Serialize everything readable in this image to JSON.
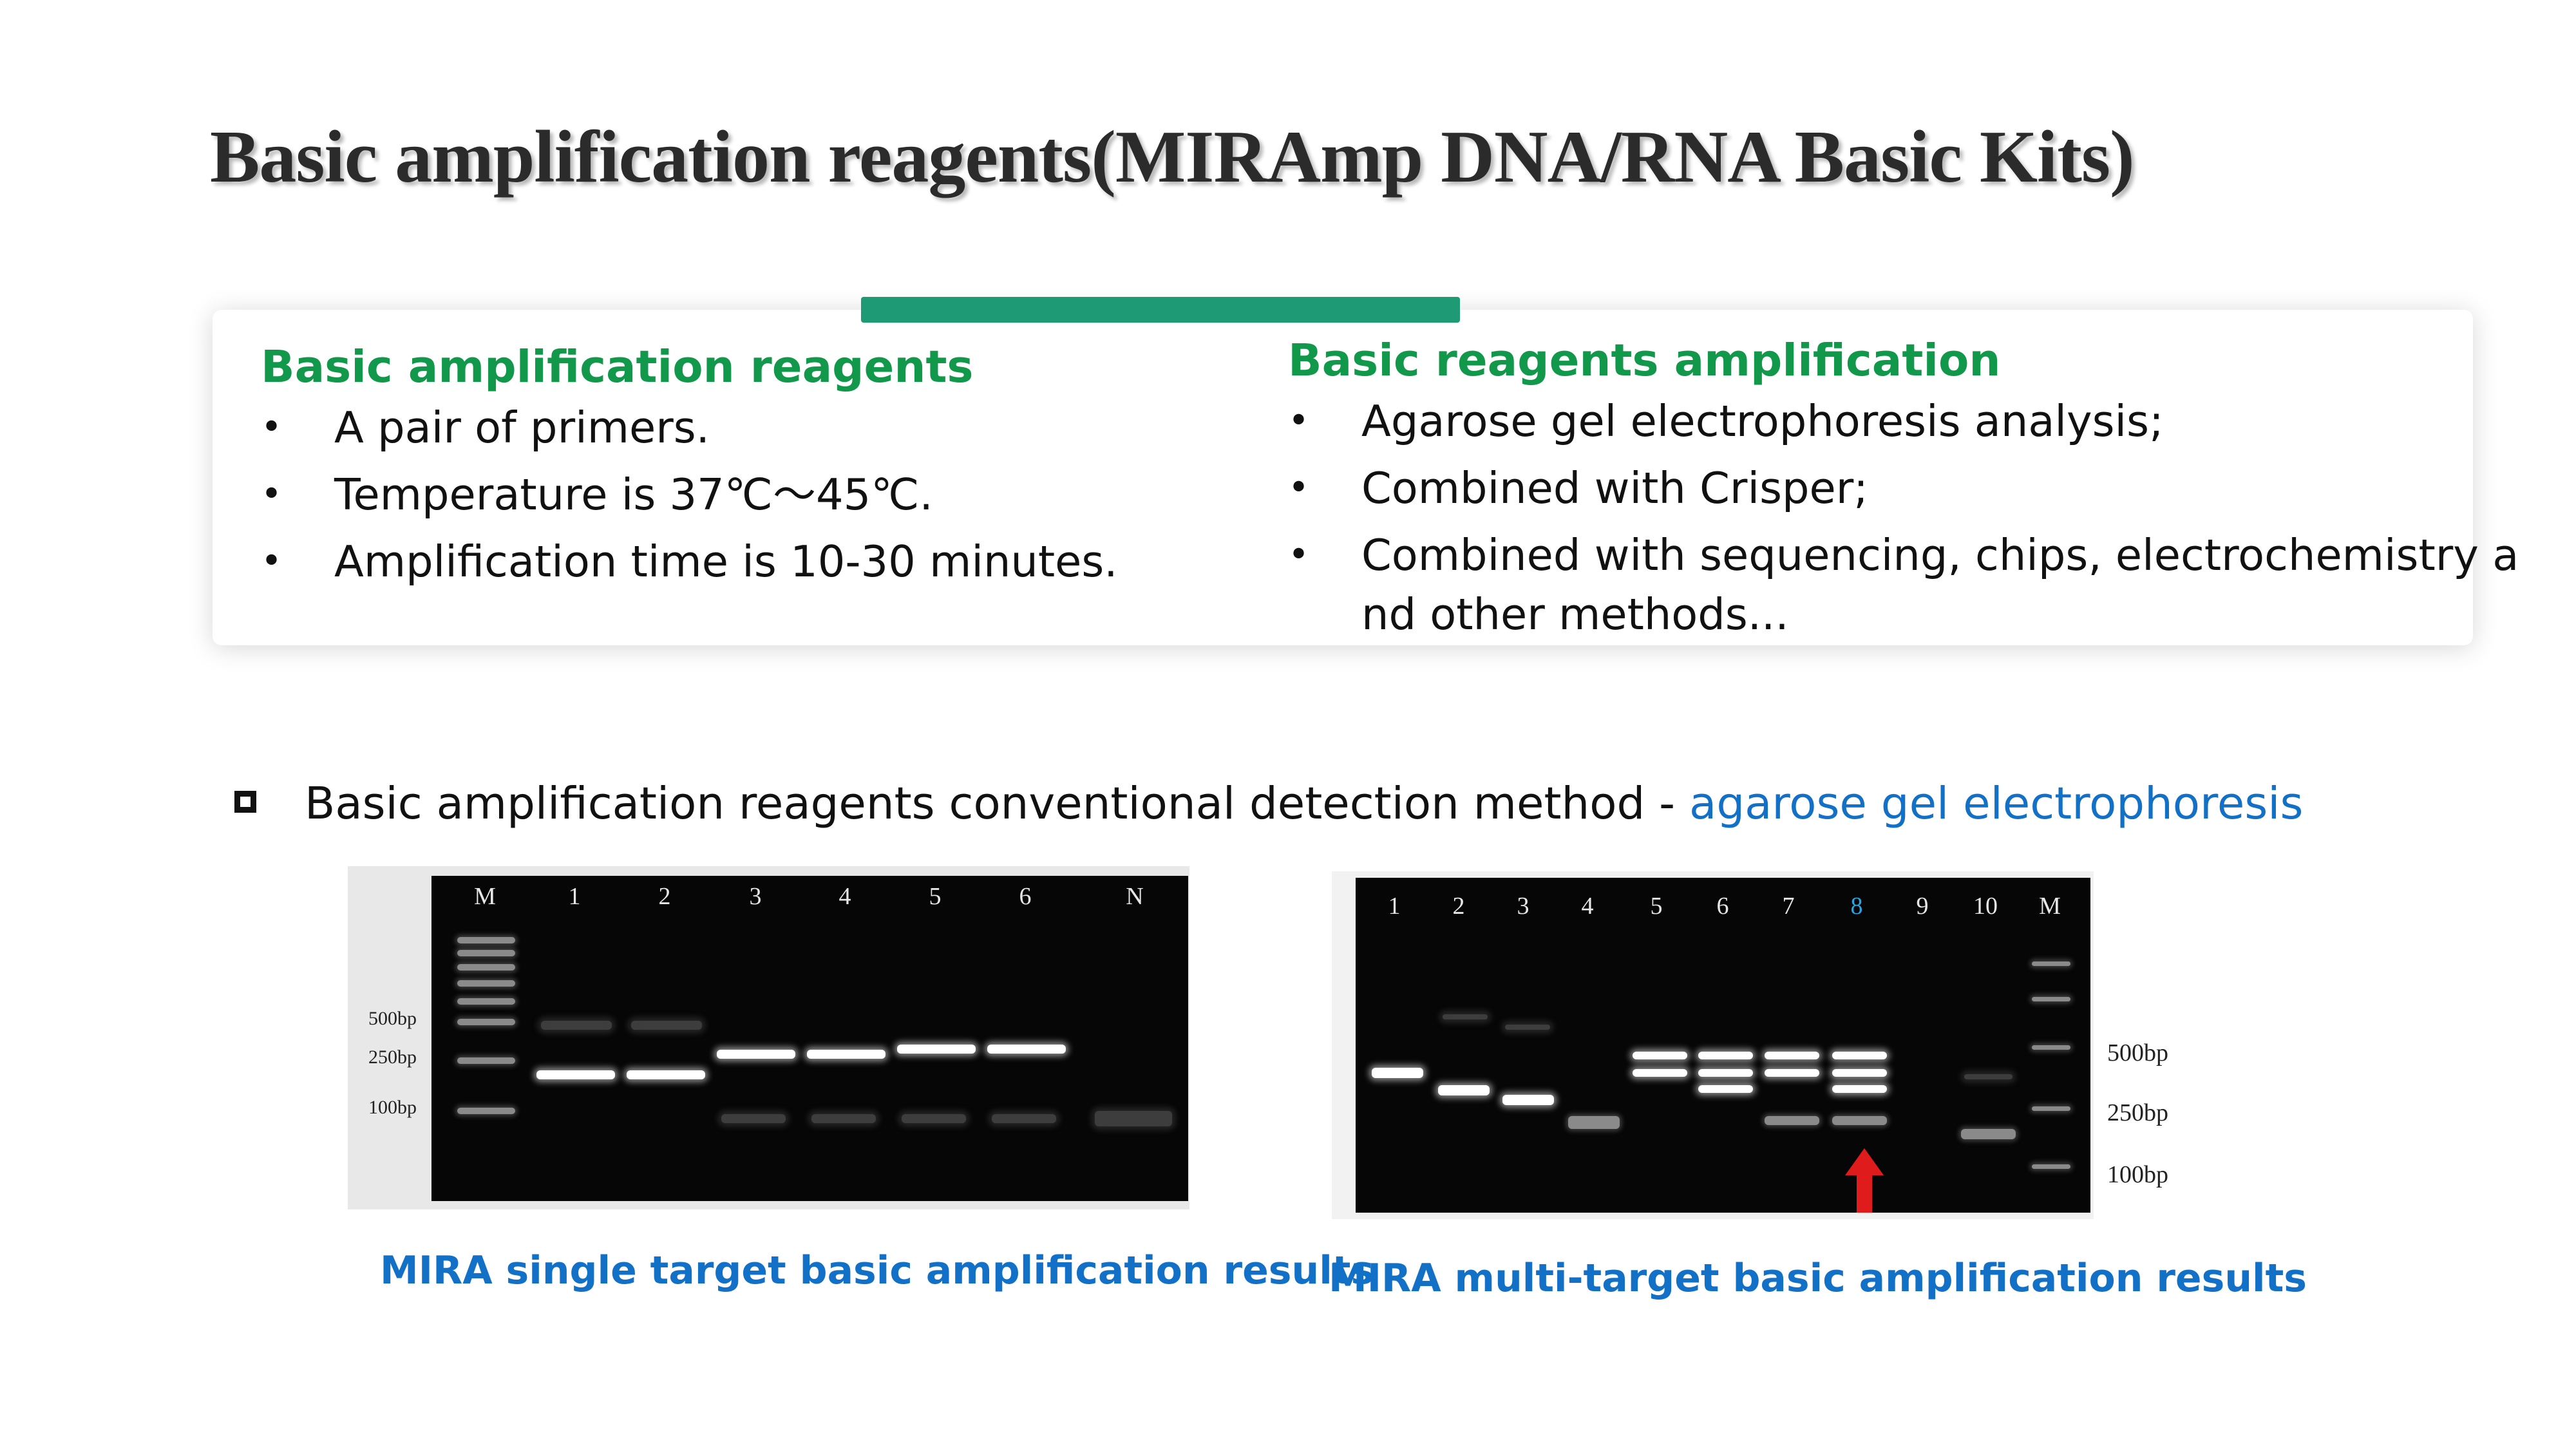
{
  "title": "Basic amplification reagents(MIRAmp DNA/RNA Basic Kits)",
  "left_panel": {
    "heading": "Basic amplification reagents",
    "items": [
      "A pair of primers.",
      "Temperature is 37℃～45℃.",
      "Amplification time is 10-30 minutes."
    ]
  },
  "right_panel": {
    "heading": "Basic reagents amplification",
    "items": [
      "Agarose gel electrophoresis analysis;",
      "Combined with Crisper;",
      "Combined with sequencing, chips, electrochemistry a",
      "nd other methods..."
    ]
  },
  "bullet": "•",
  "method": {
    "text": "Basic amplification reagents conventional detection method - ",
    "highlight": "agarose gel electrophoresis"
  },
  "gel_single": {
    "lanes": [
      "M",
      "1",
      "2",
      "3",
      "4",
      "5",
      "6",
      "N"
    ],
    "size_labels": [
      "500bp",
      "250bp",
      "100bp"
    ],
    "caption": "MIRA single target basic amplification results"
  },
  "gel_multi": {
    "lanes": [
      "1",
      "2",
      "3",
      "4",
      "5",
      "6",
      "7",
      "8",
      "9",
      "10",
      "M"
    ],
    "highlighted_lane": "8",
    "size_labels": [
      "500bp",
      "250bp",
      "100bp"
    ],
    "caption": "MIRA multi-target basic amplification results",
    "arrow_color": "#e01b1b"
  },
  "colors": {
    "heading_green": "#11984a",
    "accent_bar": "#1e9a74",
    "link_blue": "#1270c7"
  }
}
